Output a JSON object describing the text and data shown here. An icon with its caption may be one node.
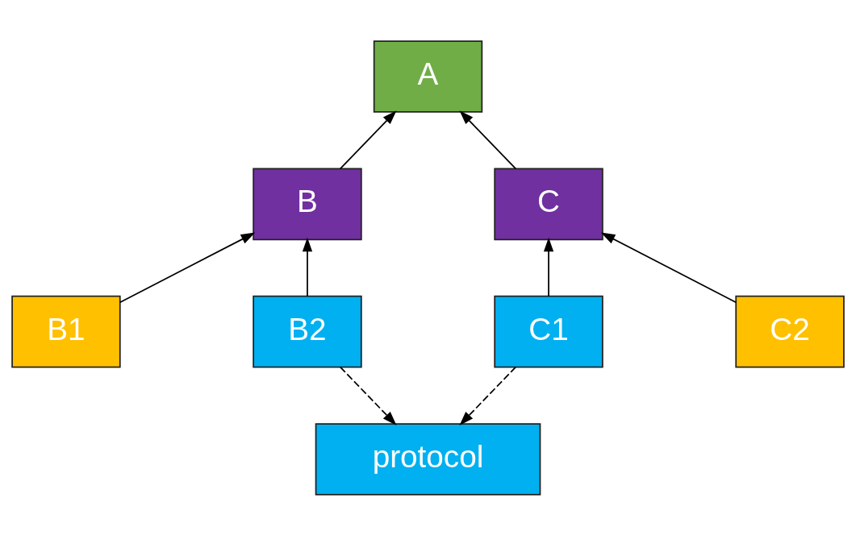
{
  "diagram": {
    "nodes": [
      {
        "text": [
          "A"
        ]
      },
      {
        "text": [
          "B"
        ]
      },
      {
        "text": [
          "C"
        ]
      },
      {
        "text": [
          "B1"
        ]
      },
      {
        "text": [
          "B2"
        ]
      },
      {
        "text": [
          "C1"
        ]
      },
      {
        "text": [
          "C2"
        ]
      },
      {
        "text": [
          "protocol"
        ]
      }
    ],
    "edges": [
      {
        "from": 1,
        "to": 0,
        "arrow": "to"
      },
      {
        "from": 2,
        "to": 0,
        "arrow": "to"
      },
      {
        "from": 3,
        "to": 1,
        "arrow": "to"
      },
      {
        "from": 4,
        "to": 1,
        "arrow": "to"
      },
      {
        "from": 5,
        "to": 2,
        "arrow": "to"
      },
      {
        "from": 6,
        "to": 2,
        "arrow": "to"
      },
      {
        "from": 4,
        "to": 7,
        "arrow": "to",
        "style": "dashed"
      },
      {
        "from": 5,
        "to": 7,
        "arrow": "to",
        "style": "dashed"
      }
    ]
  }
}
